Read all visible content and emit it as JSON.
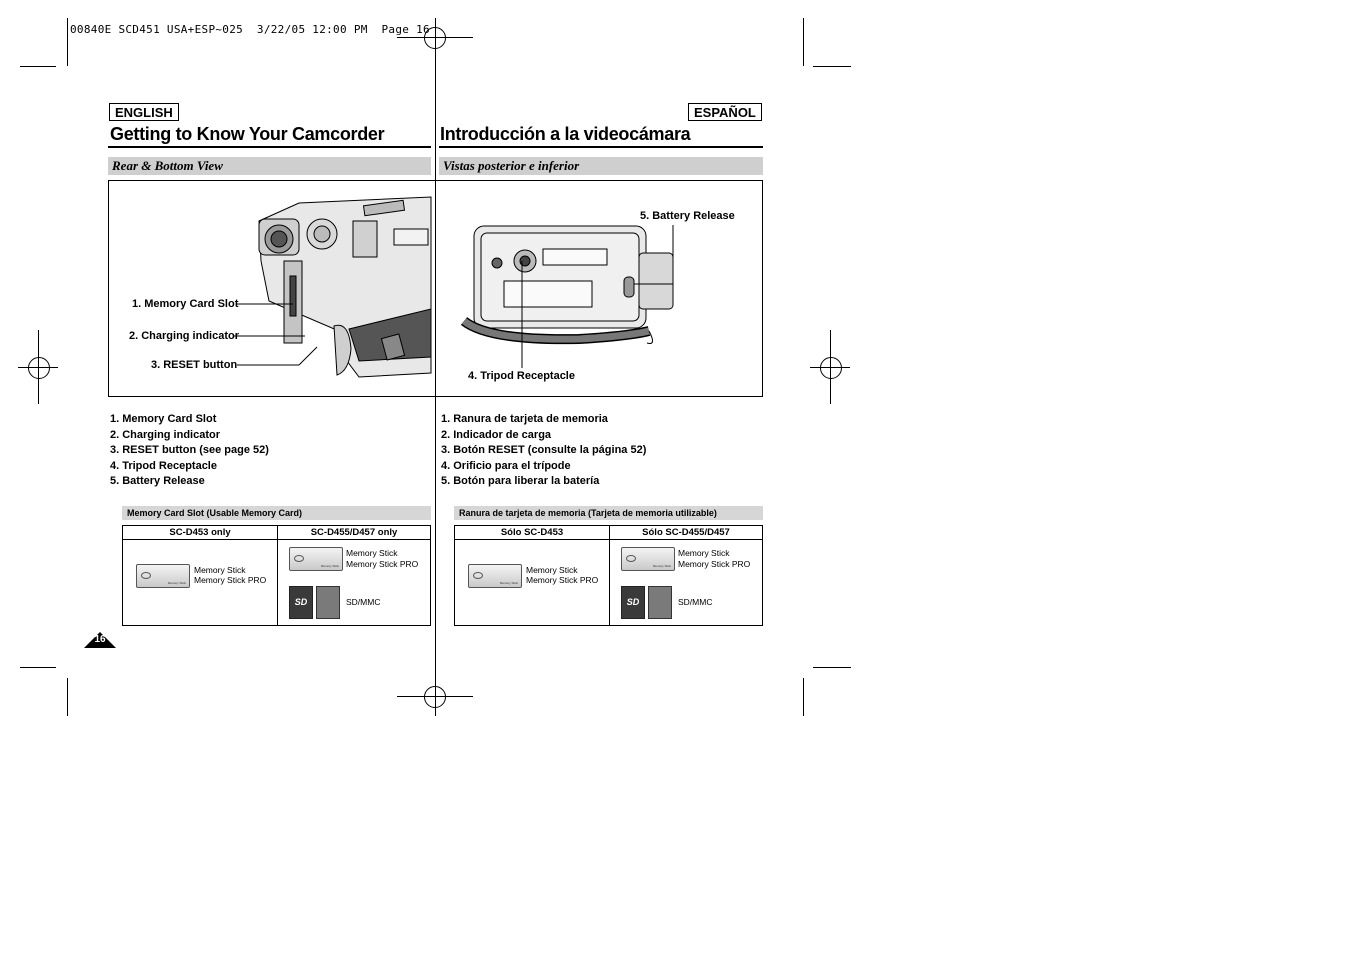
{
  "print_header": "00840E SCD451 USA+ESP~025  3/22/05 12:00 PM  Page 16",
  "english": {
    "lang_badge": "ENGLISH",
    "title": "Getting to Know Your Camcorder",
    "section": "Rear & Bottom View",
    "items": [
      "1. Memory Card Slot",
      "2. Charging indicator",
      "3. RESET button (see page 52)",
      "4. Tripod Receptacle",
      "5. Battery Release"
    ],
    "table_title": "Memory Card Slot (Usable Memory Card)",
    "col1": "SC-D453 only",
    "col2": "SC-D455/D457 only"
  },
  "spanish": {
    "lang_badge": "ESPAÑOL",
    "title": "Introducción a la videocámara",
    "section": "Vistas posterior e inferior",
    "items": [
      "1. Ranura de tarjeta de memoria",
      "2. Indicador de carga",
      "3. Botón RESET (consulte la página 52)",
      "4. Orificio para el trípode",
      "5. Botón para liberar la batería"
    ],
    "table_title": "Ranura de tarjeta de memoria (Tarjeta de memoria utilizable)",
    "col1": "Sólo SC-D453",
    "col2": "Sólo SC-D455/D457"
  },
  "figure": {
    "callouts": [
      "1. Memory Card Slot",
      "2. Charging indicator",
      "3. RESET button",
      "4. Tripod Receptacle",
      "5. Battery Release"
    ]
  },
  "cards": {
    "memory_stick": "Memory Stick",
    "memory_stick_pro": "Memory Stick PRO",
    "sd_mmc": "SD/MMC",
    "sd_logo": "SD"
  },
  "page_number": "16"
}
